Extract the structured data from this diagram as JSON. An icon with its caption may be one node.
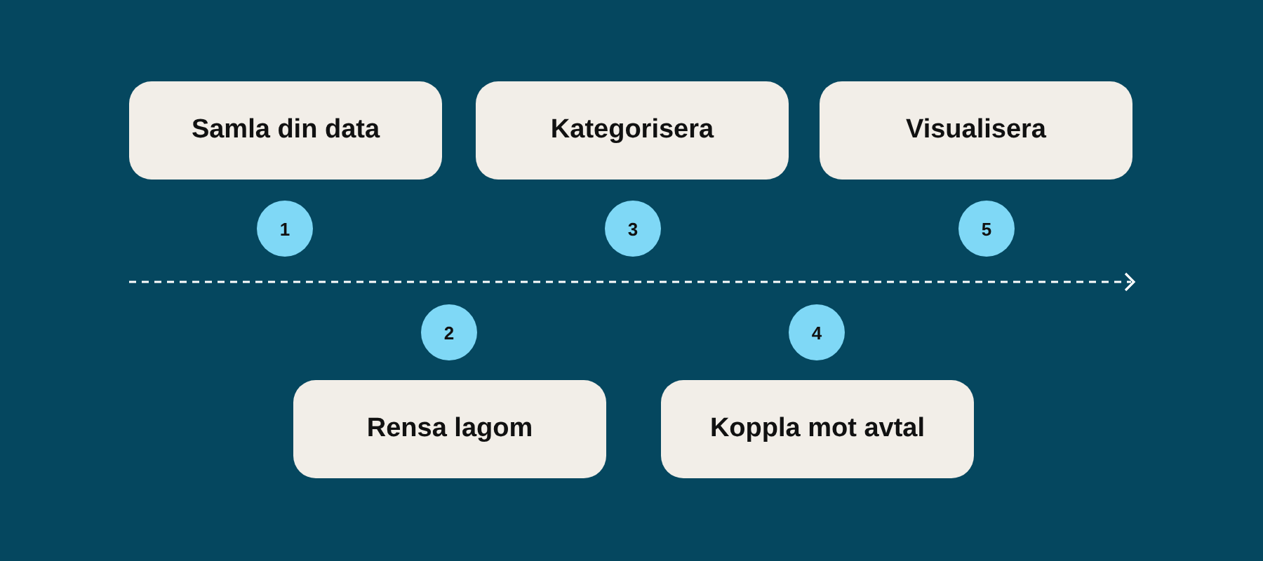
{
  "diagram": {
    "nodes": [
      {
        "text": [
          "Samla din data"
        ]
      },
      {
        "text": [
          "Kategorisera"
        ]
      },
      {
        "text": [
          "Visualisera"
        ]
      },
      {
        "text": [
          "1"
        ]
      },
      {
        "text": [
          "3"
        ]
      },
      {
        "text": [
          "5"
        ]
      },
      {
        "text": [
          "2"
        ]
      },
      {
        "text": [
          "4"
        ]
      },
      {
        "text": [
          "Rensa lagom"
        ]
      },
      {
        "text": [
          "Koppla mot avtal"
        ]
      }
    ]
  }
}
